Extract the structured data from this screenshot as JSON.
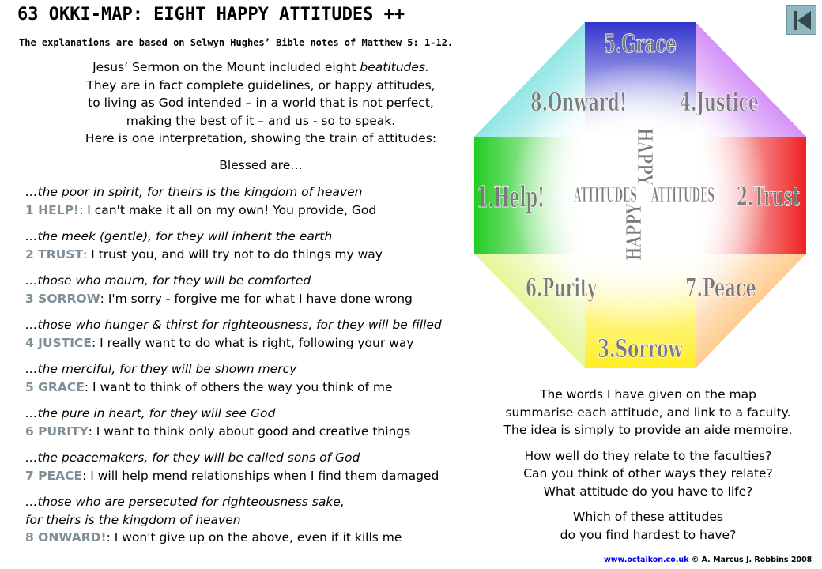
{
  "header": {
    "title": "63 OKKI-MAP: EIGHT HAPPY ATTITUDES ++",
    "subtitle": "The explanations are based on Selwyn Hughes’ Bible notes of Matthew 5: 1-12."
  },
  "intro": {
    "line1a": "Jesus’ Sermon on the Mount included eight ",
    "line1b": "beatitudes.",
    "line2": "They are in fact complete guidelines, or happy attitudes,",
    "line3": "to living as God intended – in a world that is not perfect,",
    "line4": "making the best of it – and us - so to speak.",
    "line5": "Here is one interpretation, showing the train of attitudes:"
  },
  "blessed": "Blessed are…",
  "beatitudes": [
    {
      "quote": "…the poor in spirit, for theirs is the kingdom of heaven",
      "keyword": "1 HELP!",
      "text": ": I can't make it all on my own! You provide, God"
    },
    {
      "quote": "…the meek (gentle), for they will inherit the earth",
      "keyword": "2 TRUST",
      "text": ": I trust you, and will try not to do things my way"
    },
    {
      "quote": "…those who mourn, for they will be comforted",
      "keyword": "3 SORROW",
      "text": ": I'm sorry - forgive me for what I have done wrong"
    },
    {
      "quote": "…those who hunger & thirst for righteousness, for they will be filled",
      "keyword": "4 JUSTICE",
      "text": ": I really want to do what is right, following your way"
    },
    {
      "quote": "…the merciful, for they will be shown mercy",
      "keyword": "5 GRACE",
      "text": ": I want to think of others the way you think of me"
    },
    {
      "quote": "…the pure in heart, for they will see God",
      "keyword": "6 PURITY",
      "text": ": I want to think only about good and creative things"
    },
    {
      "quote": "…the peacemakers, for they will be called sons of God",
      "keyword": "7 PEACE",
      "text": ": I will help mend relationships when I find them damaged"
    },
    {
      "quote": "…those who are persecuted for righteousness sake,",
      "quote2": "for theirs is the kingdom of heaven",
      "keyword": "8 ONWARD!",
      "text": ": I won't give up on the above, even if it kills me"
    }
  ],
  "map": {
    "labels": {
      "grace": "5.Grace",
      "onward": "8.Onward!",
      "justice": "4.Justice",
      "help": "1.Help!",
      "trust": "2.Trust",
      "purity": "6.Purity",
      "peace": "7.Peace",
      "sorrow": "3.Sorrow",
      "happy": "HAPPY",
      "attitudes": "ATTITUDES"
    },
    "colors": {
      "top": "#3333cc",
      "top_left": "#22cccc",
      "top_right": "#aa22ee",
      "left": "#22cc22",
      "right": "#ee2222",
      "bottom_left": "#ccee33",
      "bottom": "#ffee22",
      "bottom_right": "#ff9922"
    }
  },
  "right_text": {
    "p1": [
      "The words I have given on the map",
      "summarise each attitude, and link to a faculty.",
      "The idea is simply to provide an aide memoire."
    ],
    "p2": [
      "How well do they relate to the faculties?",
      "Can you think of other ways they relate?",
      "What attitude do you have to life?"
    ],
    "p3": [
      "Which of these attitudes",
      "do you find hardest to have?"
    ]
  },
  "footer": {
    "link": "www.octaikon.co.uk",
    "credit": " © A. Marcus J. Robbins 2008"
  }
}
